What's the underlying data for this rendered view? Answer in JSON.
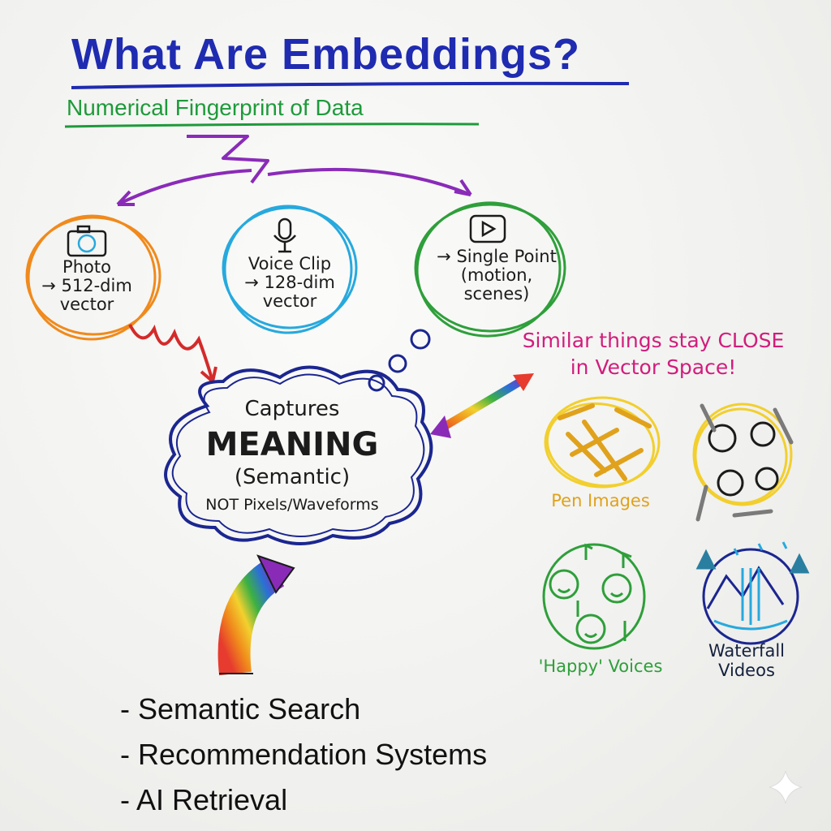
{
  "title": "What Are Embeddings?",
  "subtitle": "Numerical Fingerprint of Data",
  "nodes": {
    "photo": {
      "line1": "Photo",
      "line2": "→ 512-dim",
      "line3": "vector",
      "icon": "camera-icon",
      "color": "#f08a1c"
    },
    "voice": {
      "line1": "Voice Clip",
      "line2": "→ 128-dim",
      "line3": "vector",
      "icon": "microphone-icon",
      "color": "#27a9dd"
    },
    "video": {
      "line1": "→ Single Point",
      "line2": "(motion,",
      "line3": "scenes)",
      "icon": "play-icon",
      "color": "#2e9f3a"
    }
  },
  "center": {
    "line1": "Captures",
    "line2": "MEANING",
    "line3": "(Semantic)",
    "line4": "NOT Pixels/Waveforms",
    "color": "#1b2690"
  },
  "similar": {
    "line1": "Similar things stay CLOSE",
    "line2": "in Vector Space!",
    "color": "#d11d7c"
  },
  "clusters": {
    "pen": {
      "label": "Pen Images",
      "icon": "pencils-icon",
      "color": "#f2cf2e"
    },
    "happy": {
      "label": "'Happy' Voices",
      "icon": "smiley-faces-icon",
      "color": "#2e9f3a"
    },
    "water": {
      "label": "Waterfall Videos",
      "icon": "waterfall-icon",
      "color": "#1b2690"
    }
  },
  "uses": [
    "- Semantic Search",
    "- Recommendation Systems",
    "- AI Retrieval"
  ],
  "colors": {
    "title": "#1f2bb0",
    "subtitle": "#1e9a3a",
    "arrow_purple": "#8a2bb8",
    "arrow_red": "#d42a2a"
  }
}
